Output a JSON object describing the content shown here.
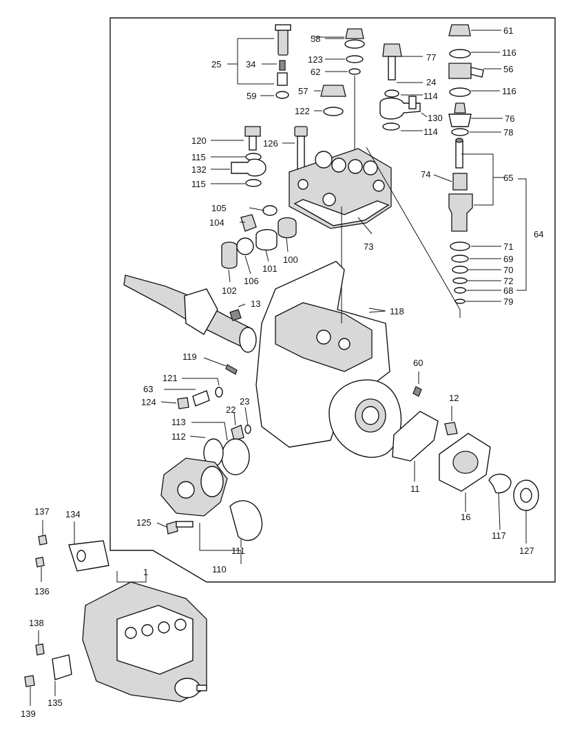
{
  "diagram": {
    "callouts": {
      "c25": "25",
      "c34": "34",
      "c59": "59",
      "c58": "58",
      "c123": "123",
      "c62": "62",
      "c57": "57",
      "c122": "122",
      "c77": "77",
      "c24": "24",
      "c114a": "114",
      "c130": "130",
      "c114b": "114",
      "c61": "61",
      "c116a": "116",
      "c56": "56",
      "c116b": "116",
      "c76": "76",
      "c78": "78",
      "c120": "120",
      "c115a": "115",
      "c132": "132",
      "c115b": "115",
      "c126": "126",
      "c74": "74",
      "c65": "65",
      "c64": "64",
      "c105": "105",
      "c104": "104",
      "c73": "73",
      "c71": "71",
      "c69": "69",
      "c70": "70",
      "c72": "72",
      "c68": "68",
      "c79": "79",
      "c102": "102",
      "c106": "106",
      "c101": "101",
      "c100": "100",
      "c13": "13",
      "c118": "118",
      "c119": "119",
      "c60": "60",
      "c121": "121",
      "c63": "63",
      "c124": "124",
      "c12": "12",
      "c22": "22",
      "c23": "23",
      "c113": "113",
      "c112": "112",
      "c11": "11",
      "c16": "16",
      "c117": "117",
      "c127": "127",
      "c125": "125",
      "c111": "111",
      "c110": "110",
      "c137": "137",
      "c134": "134",
      "c1": "1",
      "c136": "136",
      "c138": "138",
      "c135": "135",
      "c139": "139"
    }
  }
}
